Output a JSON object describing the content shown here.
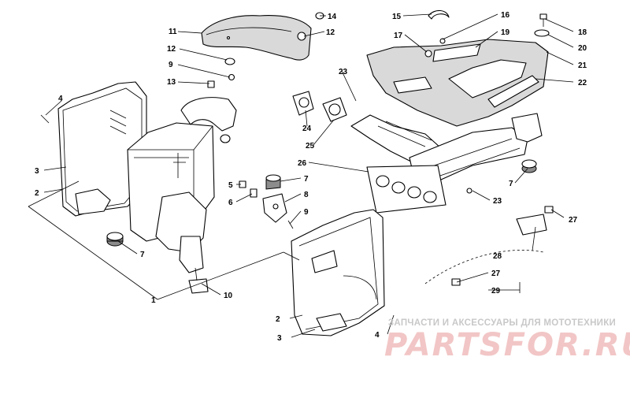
{
  "watermark": {
    "tagline": "ЗАПЧАСТИ И АКСЕССУАРЫ ДЛЯ МОТОТЕХНИКИ",
    "logo": "PARTSFOR.RU"
  },
  "callouts": {
    "c1": "1",
    "c2a": "2",
    "c2b": "2",
    "c3a": "3",
    "c3b": "3",
    "c4a": "4",
    "c4b": "4",
    "c5": "5",
    "c6": "6",
    "c7a": "7",
    "c7b": "7",
    "c7c": "7",
    "c8": "8",
    "c9a": "9",
    "c9b": "9",
    "c10": "10",
    "c11": "11",
    "c12a": "12",
    "c12b": "12",
    "c13": "13",
    "c14": "14",
    "c15": "15",
    "c16": "16",
    "c17": "17",
    "c18": "18",
    "c19": "19",
    "c20": "20",
    "c21": "21",
    "c22": "22",
    "c23a": "23",
    "c23b": "23",
    "c24": "24",
    "c25": "25",
    "c26": "26",
    "c27a": "27",
    "c27b": "27",
    "c28": "28",
    "c29": "29"
  }
}
